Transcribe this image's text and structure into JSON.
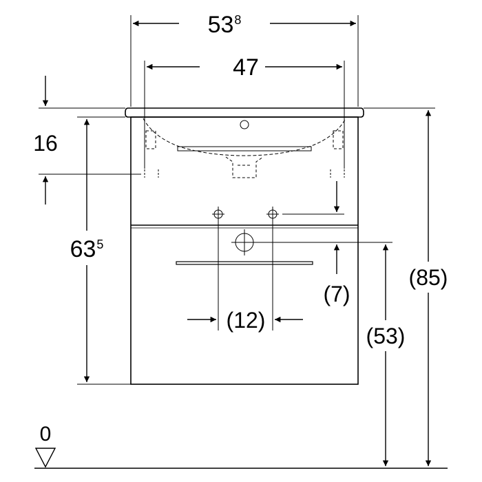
{
  "dimensions": {
    "overall_width_main": "53",
    "overall_width_sup": "8",
    "basin_inner_width": "47",
    "basin_depth": "16",
    "cabinet_height_main": "63",
    "cabinet_height_sup": "5",
    "top_height_total": "(85)",
    "drain_height": "(53)",
    "drain_offset": "(7)",
    "tap_hole_spacing": "(12)",
    "floor_level": "0"
  }
}
